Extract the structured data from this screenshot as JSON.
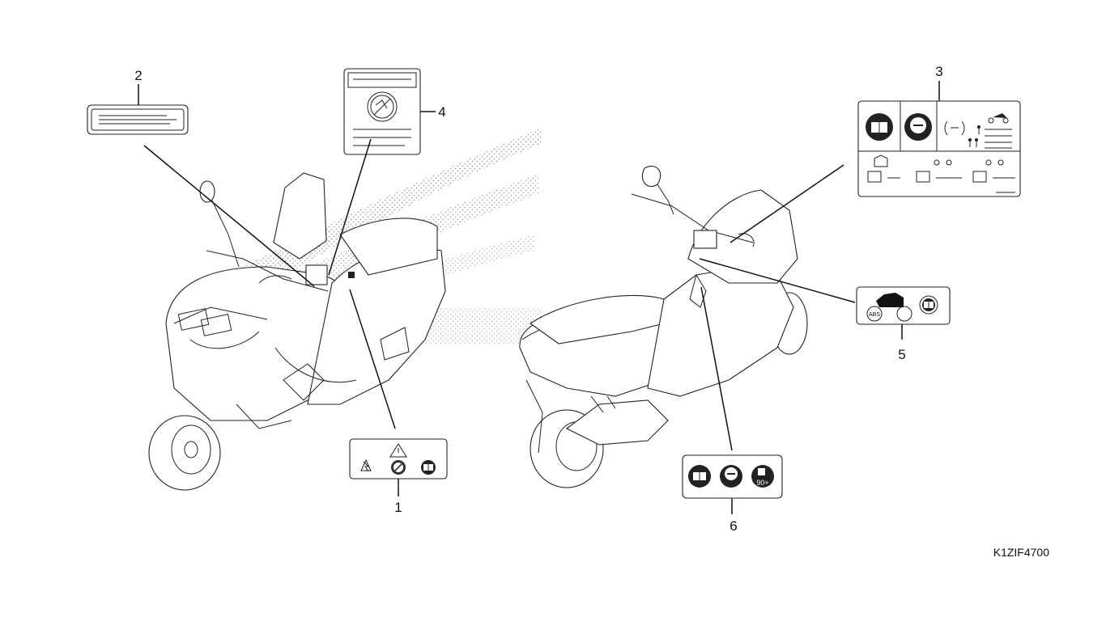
{
  "callouts": {
    "c1": "1",
    "c2": "2",
    "c3": "3",
    "c4": "4",
    "c5": "5",
    "c6": "6"
  },
  "label6": {
    "fuel_text": "90+"
  },
  "label5": {
    "abs_text": "ABS"
  },
  "diagram_code": "K1ZIF4700",
  "icons": [
    "manual-book-icon",
    "helmet-icon",
    "fuel-pump-icon",
    "abs-icon",
    "warning-triangle-icon",
    "electric-shock-icon",
    "no-fire-icon",
    "tire-pressure-icon",
    "rider-icon",
    "scooter-icon",
    "luggage-icon"
  ]
}
